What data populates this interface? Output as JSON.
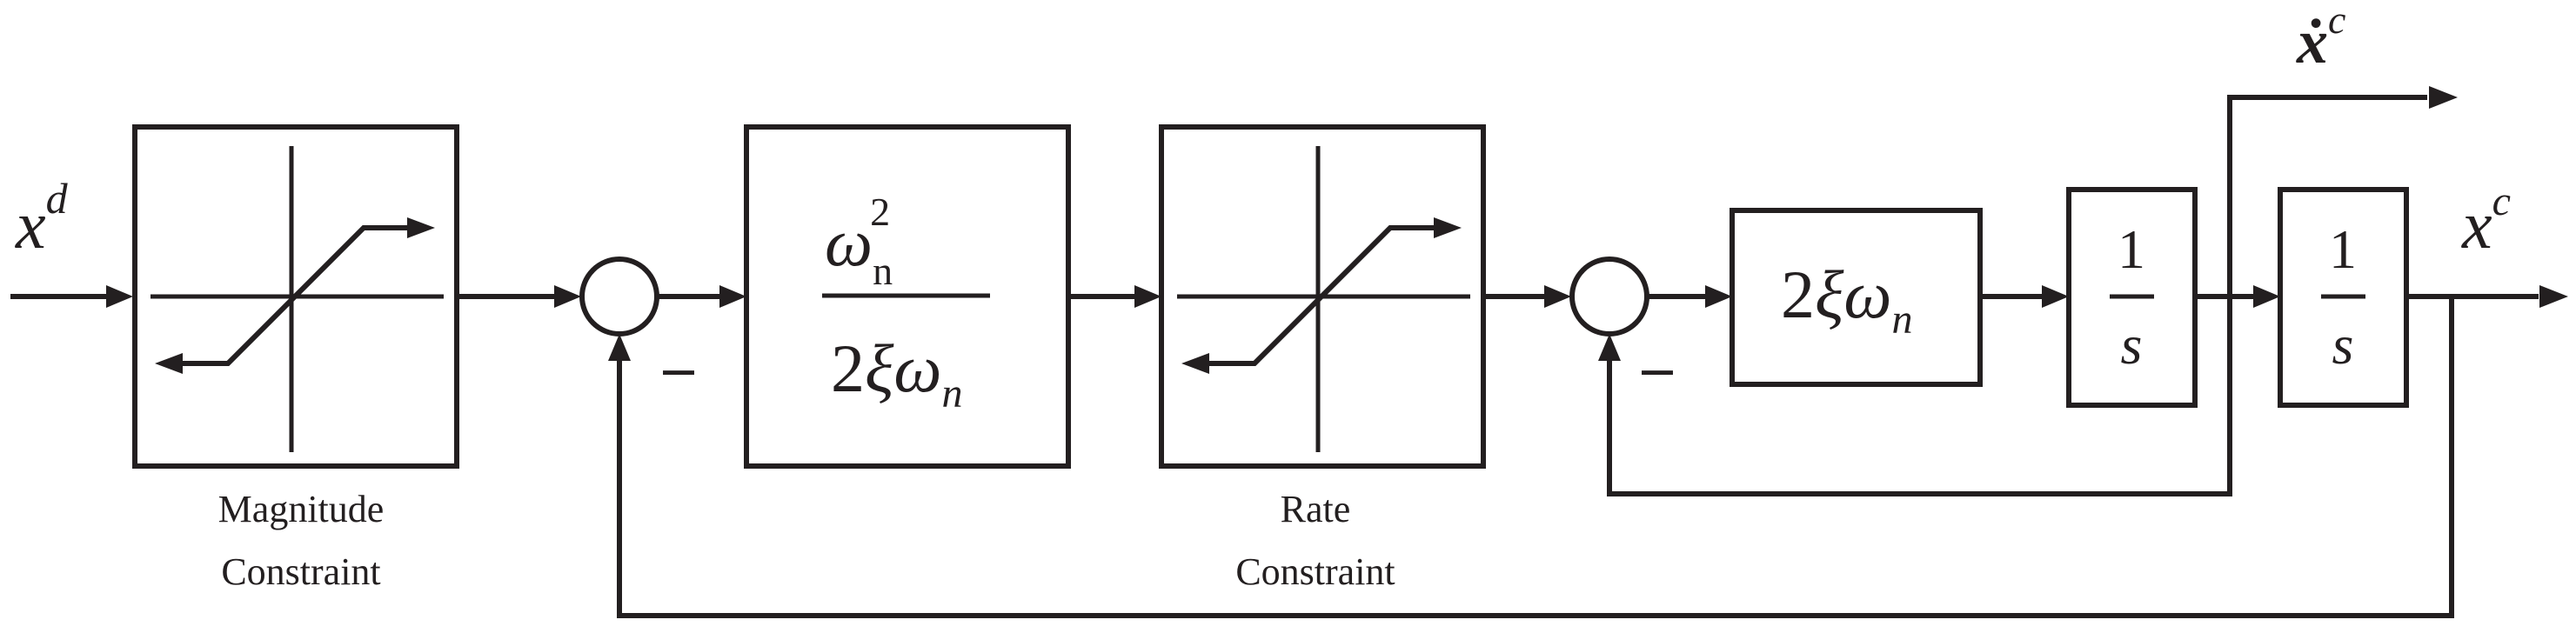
{
  "input": {
    "base": "x",
    "sup": "d"
  },
  "magnitude_block": {
    "caption_line1": "Magnitude",
    "caption_line2": "Constraint"
  },
  "rate_block": {
    "caption_line1": "Rate",
    "caption_line2": "Constraint"
  },
  "gain_block_1": {
    "numerator_base": "ω",
    "numerator_sub": "n",
    "numerator_sup": "2",
    "denominator_coef": "2",
    "denominator_xi": "ξ",
    "denominator_omega": "ω",
    "denominator_sub": "n"
  },
  "gain_block_2": {
    "coef": "2",
    "xi": "ξ",
    "omega": "ω",
    "sub": "n"
  },
  "integrator_1": {
    "numerator": "1",
    "denominator": "s"
  },
  "integrator_2": {
    "numerator": "1",
    "denominator": "s"
  },
  "output_position": {
    "base": "x",
    "sup": "c"
  },
  "output_velocity": {
    "base": "ẋ",
    "sup": "c"
  },
  "summing_junction_1": {
    "minus_sign": "–"
  },
  "summing_junction_2": {
    "minus_sign": "–"
  }
}
